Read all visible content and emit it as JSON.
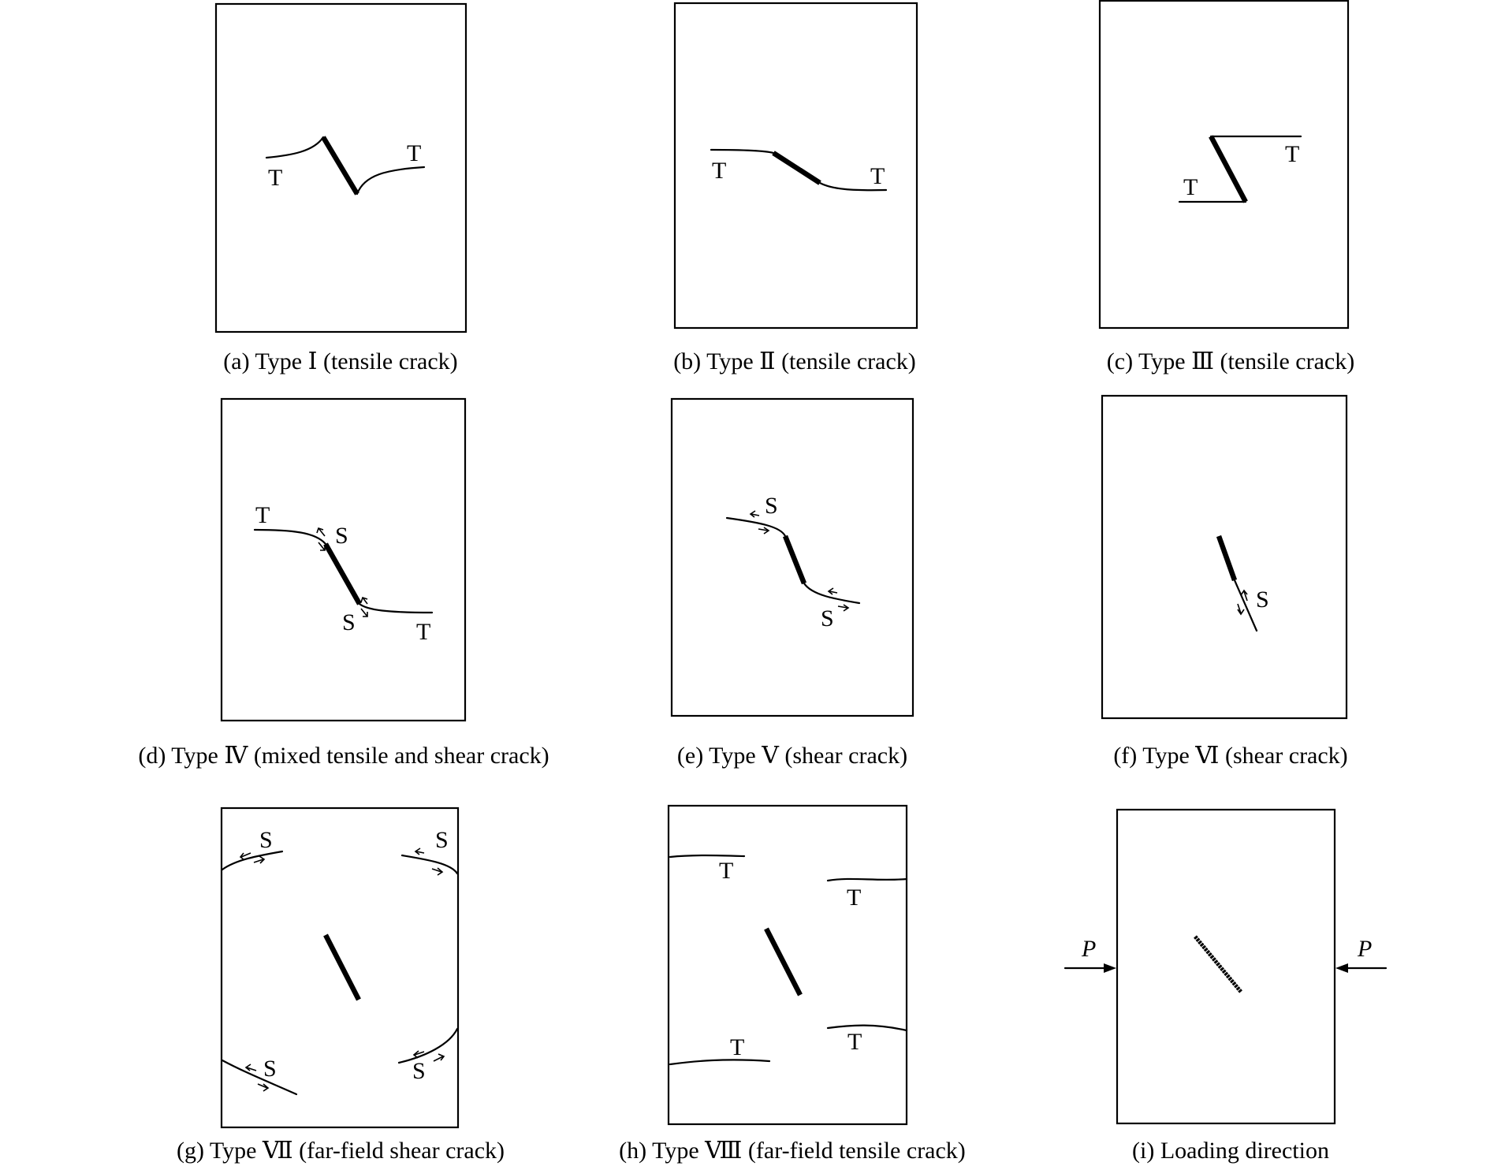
{
  "panels": [
    {
      "id": "a",
      "caption": "(a) Type Ⅰ (tensile crack)",
      "labels": [
        "T",
        "T"
      ]
    },
    {
      "id": "b",
      "caption": "(b) Type Ⅱ (tensile crack)",
      "labels": [
        "T",
        "T"
      ]
    },
    {
      "id": "c",
      "caption": "(c) Type Ⅲ (tensile crack)",
      "labels": [
        "T",
        "T"
      ]
    },
    {
      "id": "d",
      "caption": "(d) Type Ⅳ (mixed tensile and shear crack)",
      "labels": [
        "T",
        "S",
        "S",
        "T"
      ]
    },
    {
      "id": "e",
      "caption": "(e) Type Ⅴ (shear crack)",
      "labels": [
        "S",
        "S"
      ]
    },
    {
      "id": "f",
      "caption": "(f) Type Ⅵ (shear crack)",
      "labels": [
        "S"
      ]
    },
    {
      "id": "g",
      "caption": "(g) Type Ⅶ (far-field shear crack)",
      "labels": [
        "S",
        "S",
        "S",
        "S"
      ]
    },
    {
      "id": "h",
      "caption": "(h) Type Ⅷ (far-field tensile crack)",
      "labels": [
        "T",
        "T",
        "T",
        "T"
      ]
    },
    {
      "id": "i",
      "caption": "(i) Loading direction",
      "labels": [
        "P",
        "P"
      ]
    }
  ],
  "colors": {
    "stroke": "#000000",
    "background": "#ffffff"
  }
}
